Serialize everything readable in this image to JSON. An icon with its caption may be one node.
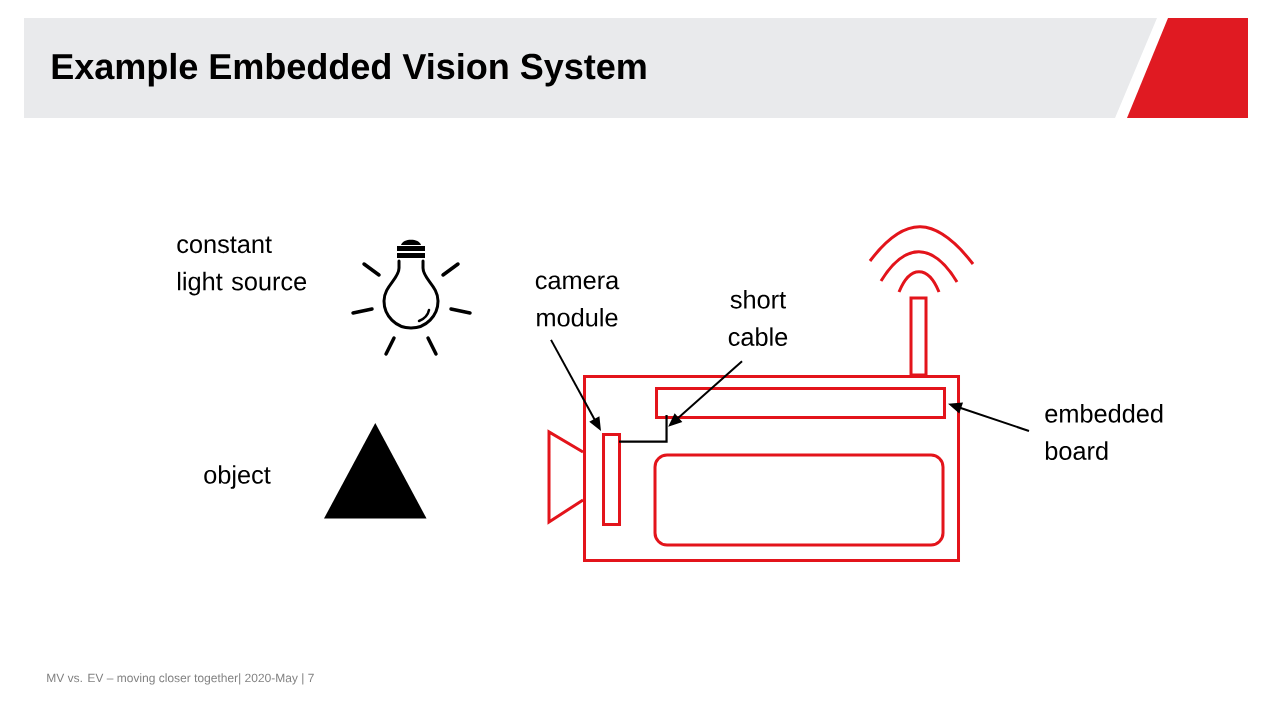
{
  "diagram": {
    "title": "Example Embedded Vision System",
    "nodes": [
      {
        "text": [],
        "shape": "picture",
        "beside": [
          "constant light source"
        ]
      },
      {
        "text": [
          "camera module"
        ]
      },
      {
        "text": [
          "short cable"
        ]
      },
      {
        "text": [],
        "shape": "box"
      },
      {
        "text": [],
        "shape": "box",
        "in": 3
      },
      {
        "text": [],
        "shape": "box",
        "in": 3
      },
      {
        "text": [],
        "shape": "line",
        "in": 3
      },
      {
        "text": [
          "embedded board"
        ]
      },
      {
        "text": [],
        "shape": "triangle",
        "beside": [
          "object"
        ]
      }
    ],
    "edges": [
      {
        "from": 1,
        "to": 5,
        "arrow": "to"
      },
      {
        "from": 2,
        "to": 6,
        "arrow": "to"
      },
      {
        "from": 7,
        "to": 4,
        "arrow": "to"
      }
    ],
    "labels": [
      "MV vs. EV – moving closer together| 2020-May | 7"
    ]
  }
}
